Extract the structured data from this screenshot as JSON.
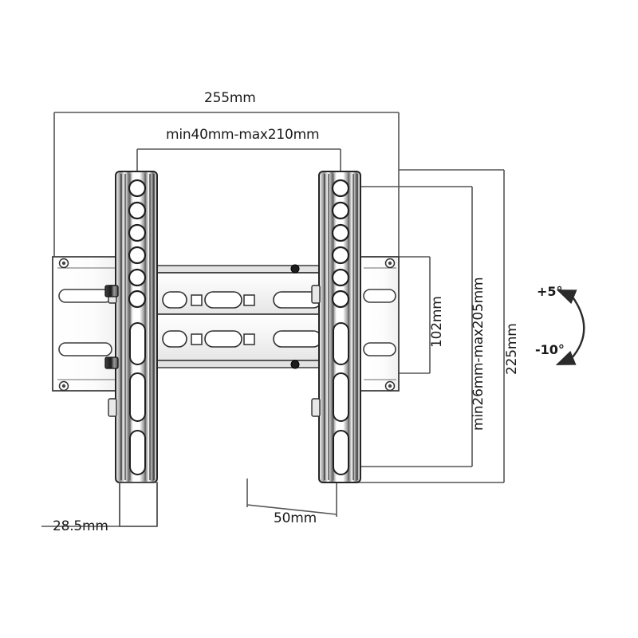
{
  "drawing": {
    "title": "TV wall mount bracket technical drawing",
    "units": "mm",
    "line_color": "#4d4d4d",
    "text_color": "#1a1a1a",
    "background": "#ffffff"
  },
  "dimensions": {
    "overall_width": "255mm",
    "vesa_horizontal": "min40mm-max210mm",
    "vesa_vertical": "min26mm-max205mm",
    "plate_height": "102mm",
    "overall_height": "225mm",
    "wall_depth": "28.5mm",
    "bracket_depth": "50mm"
  },
  "tilt": {
    "up": "+5°",
    "down": "-10°"
  }
}
